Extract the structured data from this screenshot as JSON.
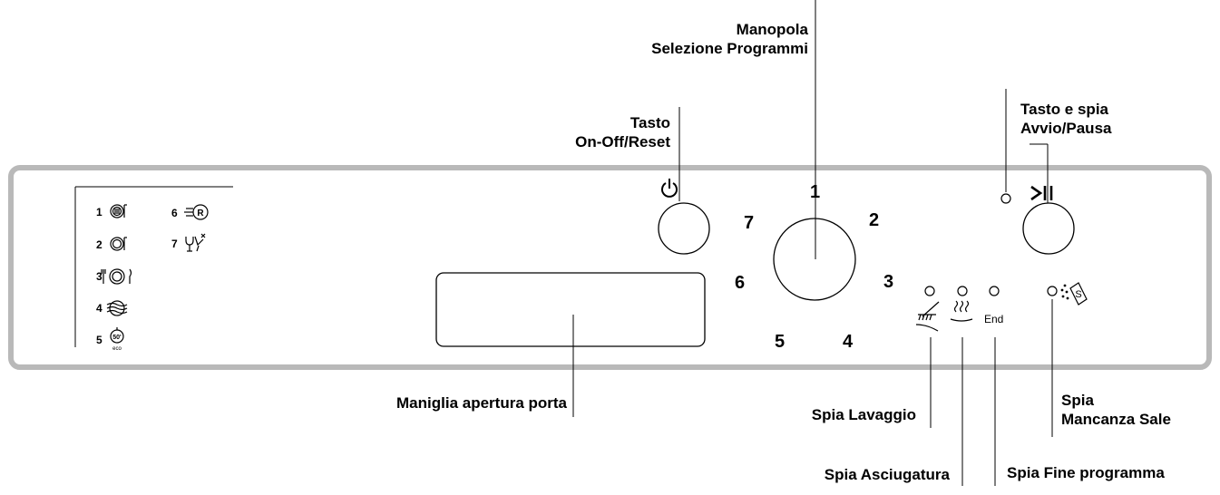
{
  "callouts": {
    "manopola": [
      "Manopola",
      "Selezione Programmi"
    ],
    "tasto_onoff": [
      "Tasto",
      "On-Off/Reset"
    ],
    "tasto_avvio": [
      "Tasto e spia",
      "Avvio/Pausa"
    ],
    "maniglia": "Maniglia apertura porta",
    "spia_lavaggio": "Spia Lavaggio",
    "spia_asciugatura": "Spia Asciugatura",
    "spia_fine": "Spia Fine programma",
    "spia_sale": [
      "Spia",
      "Mancanza Sale"
    ]
  },
  "dial_numbers": [
    "1",
    "2",
    "3",
    "4",
    "5",
    "6",
    "7"
  ],
  "programs": [
    {
      "number": "1",
      "icon": "pot-heavy-icon"
    },
    {
      "number": "2",
      "icon": "pot-icon"
    },
    {
      "number": "3",
      "icon": "plate-cutlery-icon"
    },
    {
      "number": "4",
      "icon": "rinse-icon"
    },
    {
      "number": "5",
      "icon": "eco-50-icon"
    },
    {
      "number": "6",
      "icon": "rapid-icon"
    },
    {
      "number": "7",
      "icon": "glasses-icon"
    }
  ],
  "indicators": {
    "end_label": "End"
  },
  "icons": {
    "power": "power-icon",
    "start_pause": "play-pause-icon",
    "wash": "wash-icon",
    "dry": "dry-icon",
    "salt": "salt-icon"
  }
}
